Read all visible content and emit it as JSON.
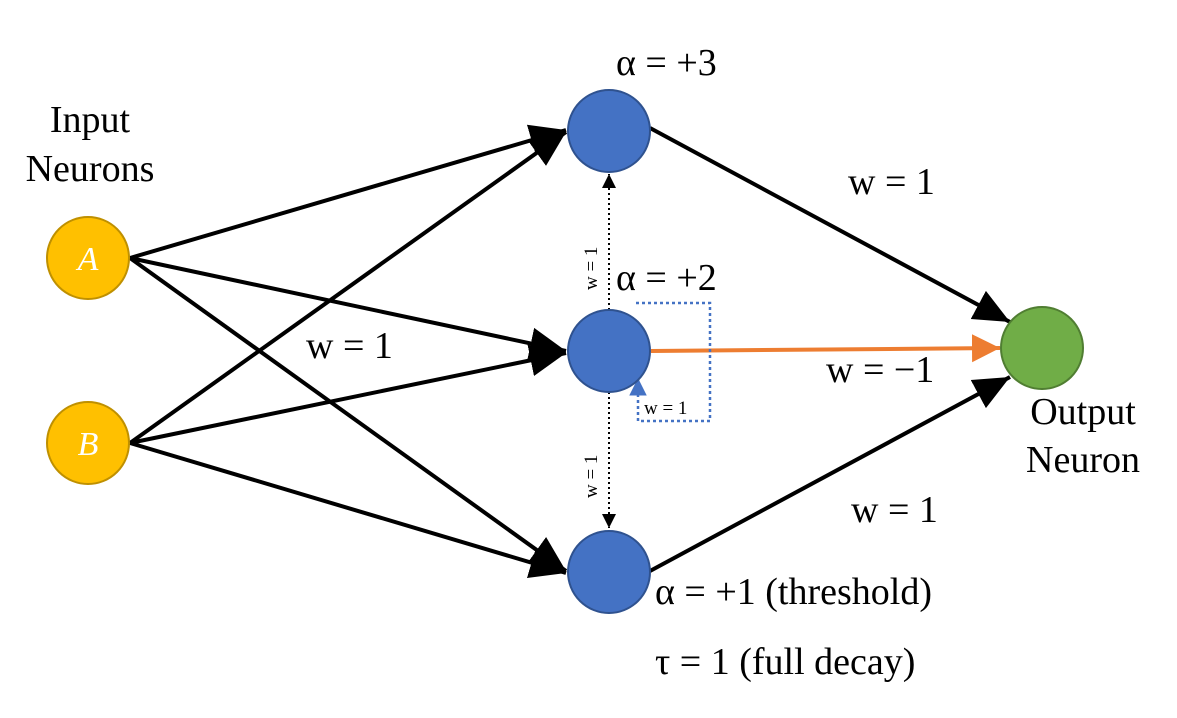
{
  "labels": {
    "input_line1": "Input",
    "input_line2": "Neurons",
    "output_line1": "Output",
    "output_line2": "Neuron"
  },
  "input_nodes": [
    {
      "label": "A"
    },
    {
      "label": "B"
    }
  ],
  "alpha_top": "α = +3",
  "alpha_mid": "α = +2",
  "alpha_bottom": "α = +1 (threshold)",
  "tau": "τ = 1 (full decay)",
  "weights": {
    "w_top_out": "w = 1",
    "w_inputs": "w = 1",
    "w_mid_out": "w = −1",
    "w_bottom_out": "w = 1",
    "w_vertical_up": "w = 1",
    "w_vertical_down": "w = 1",
    "w_self": "w = 1"
  },
  "colors": {
    "input_fill": "#FFC000",
    "input_stroke": "#BF9000",
    "hidden_fill": "#4472C4",
    "hidden_stroke": "#2F528F",
    "output_fill": "#70AD47",
    "output_stroke": "#507E32",
    "inhibitory_edge": "#ED7D31",
    "self_loop": "#4472C4"
  }
}
